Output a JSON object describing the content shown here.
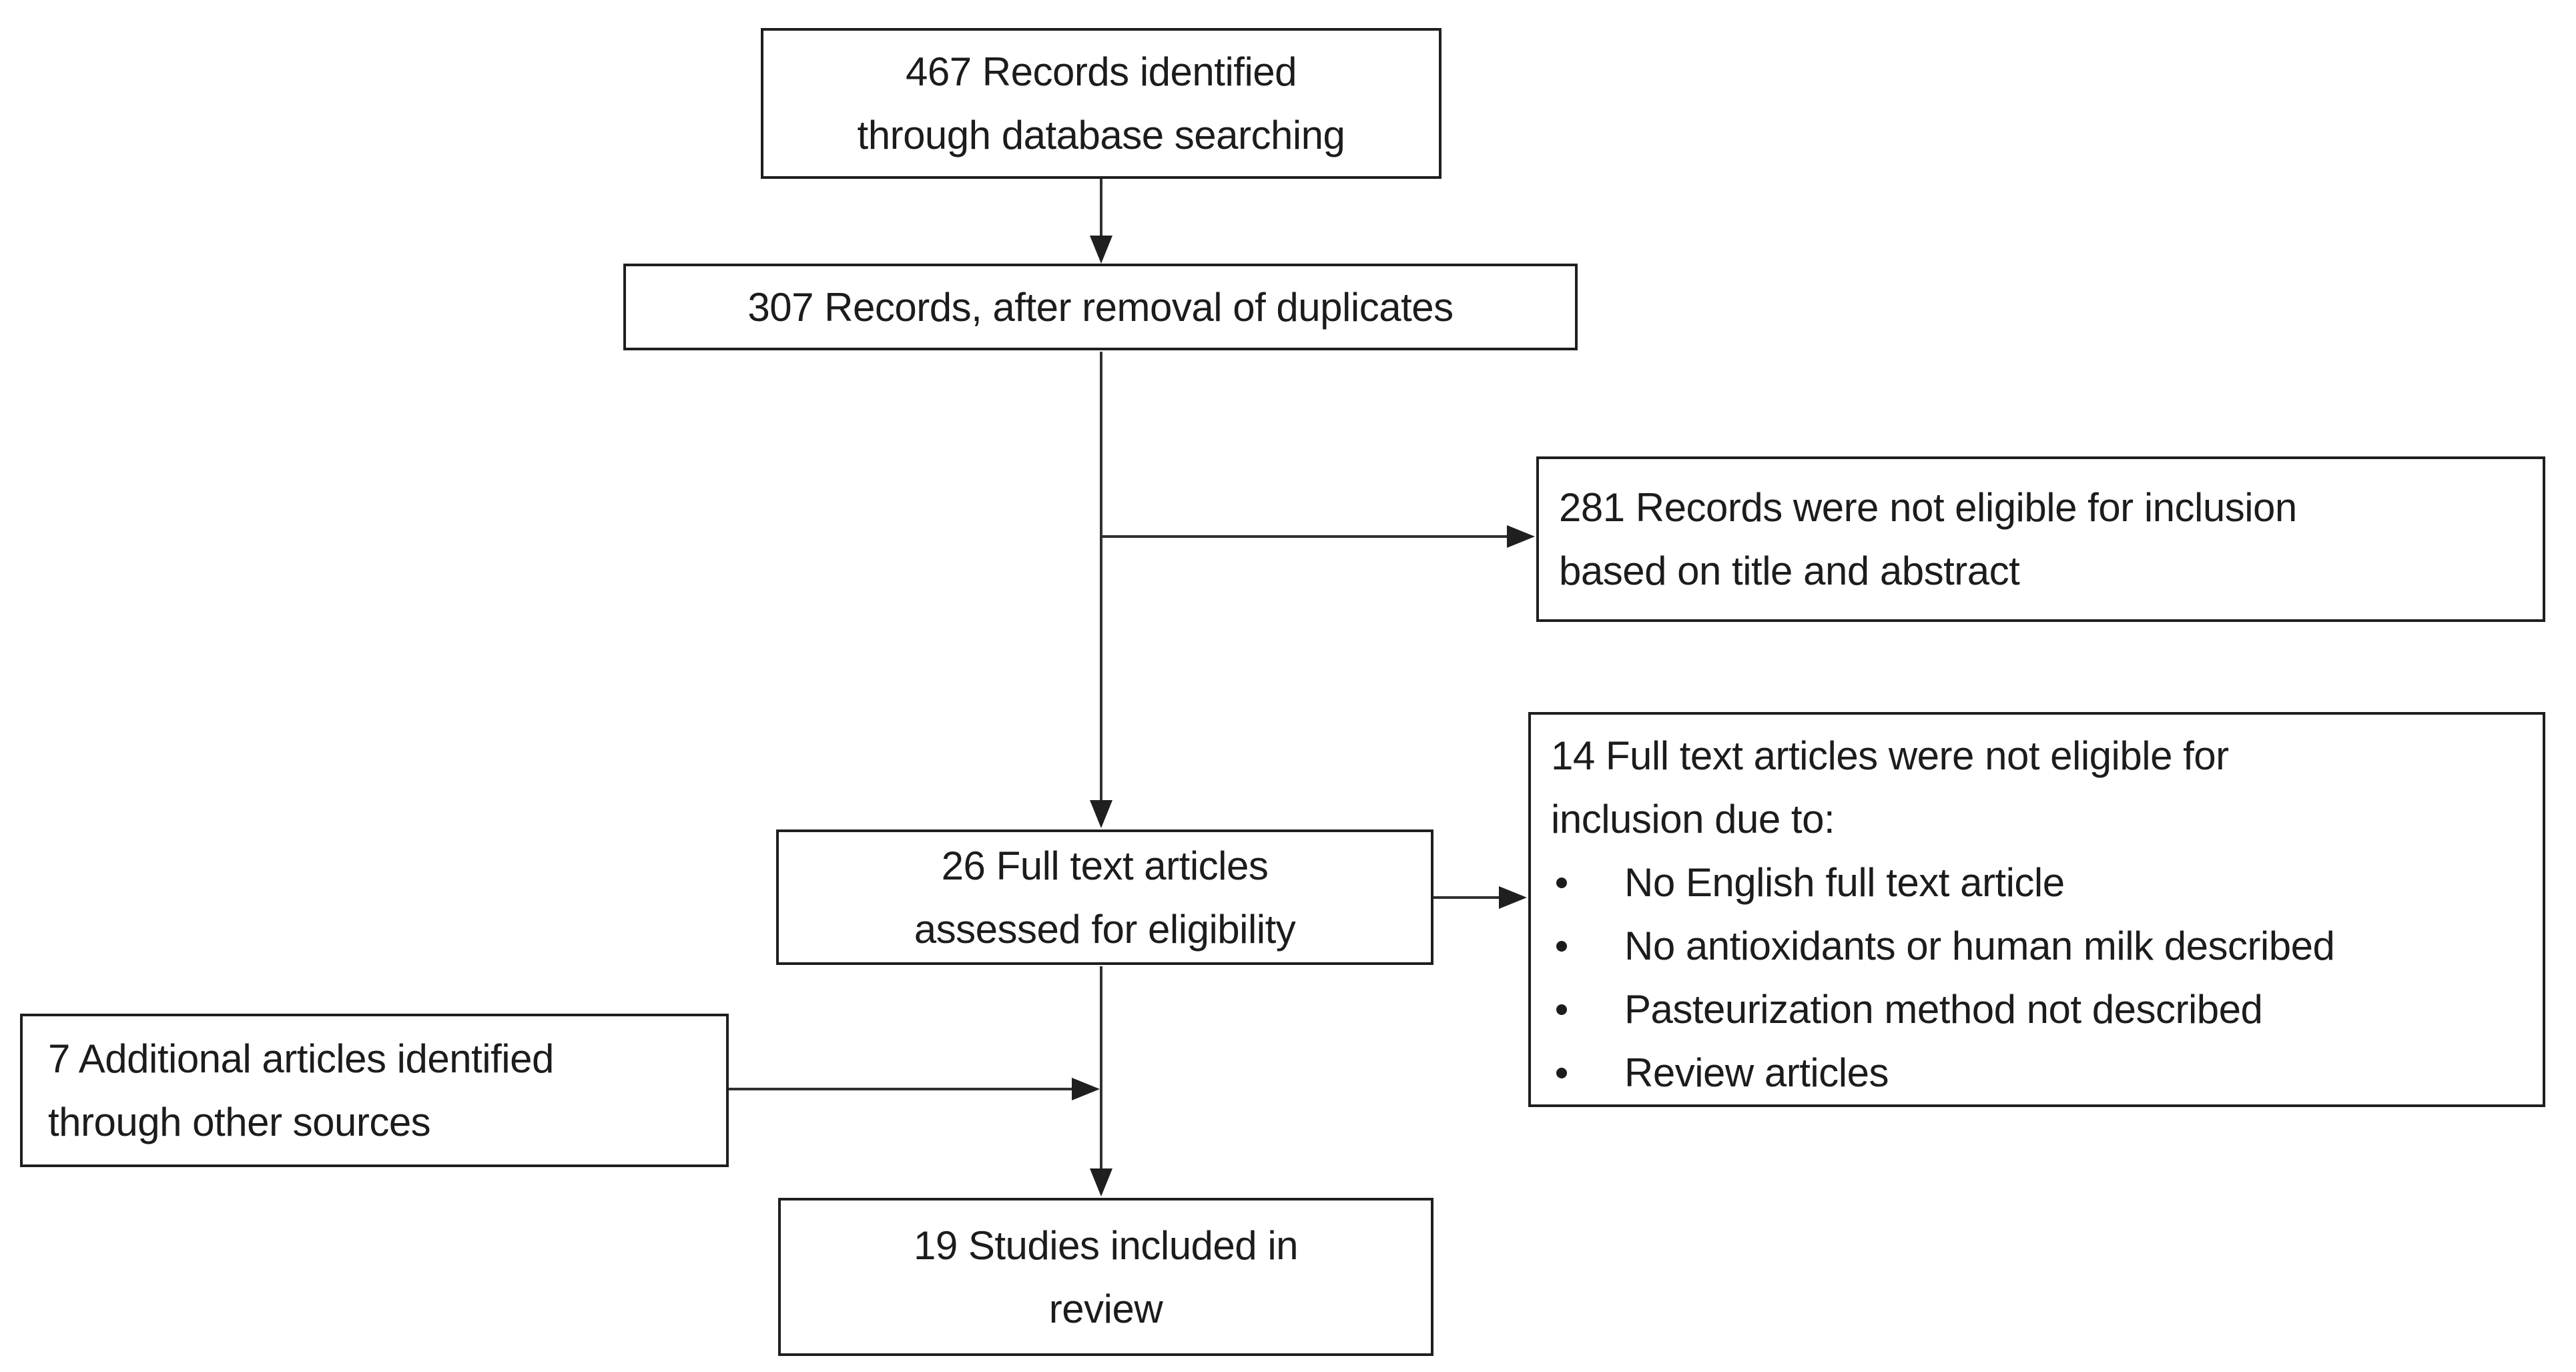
{
  "diagram": {
    "kind": "flowchart",
    "background_color": "#ffffff",
    "box_border_color": "#1f1f1f",
    "line_color": "#303030",
    "text_color": "#1c1c1c"
  },
  "nodes": {
    "records_identified": {
      "lines": [
        "467 Records identified",
        "through database searching"
      ]
    },
    "after_duplicates": {
      "lines": [
        "307 Records, after removal of duplicates"
      ]
    },
    "not_eligible_title_abstract": {
      "lines": [
        "281 Records were not eligible for inclusion",
        "based on title and abstract"
      ]
    },
    "fulltext_assessed": {
      "lines": [
        "26 Full text articles",
        "assessed for eligibility"
      ]
    },
    "not_eligible_fulltext": {
      "lines": [
        "14 Full text articles were not eligible for",
        "inclusion due to:"
      ],
      "bullets": [
        "No English full text article",
        "No antioxidants or human milk described",
        "Pasteurization method not described",
        "Review articles"
      ]
    },
    "additional_articles": {
      "lines": [
        "7 Additional articles identified",
        "through other sources"
      ]
    },
    "included_in_review": {
      "lines": [
        "19 Studies included in",
        "review"
      ]
    }
  },
  "edges": [
    {
      "from": "records_identified",
      "to": "after_duplicates"
    },
    {
      "from": "after_duplicates",
      "to": "fulltext_assessed"
    },
    {
      "from": "after_duplicates",
      "to": "not_eligible_title_abstract"
    },
    {
      "from": "fulltext_assessed",
      "to": "not_eligible_fulltext"
    },
    {
      "from": "fulltext_assessed",
      "to": "included_in_review"
    },
    {
      "from": "additional_articles",
      "to": "included_in_review"
    }
  ]
}
